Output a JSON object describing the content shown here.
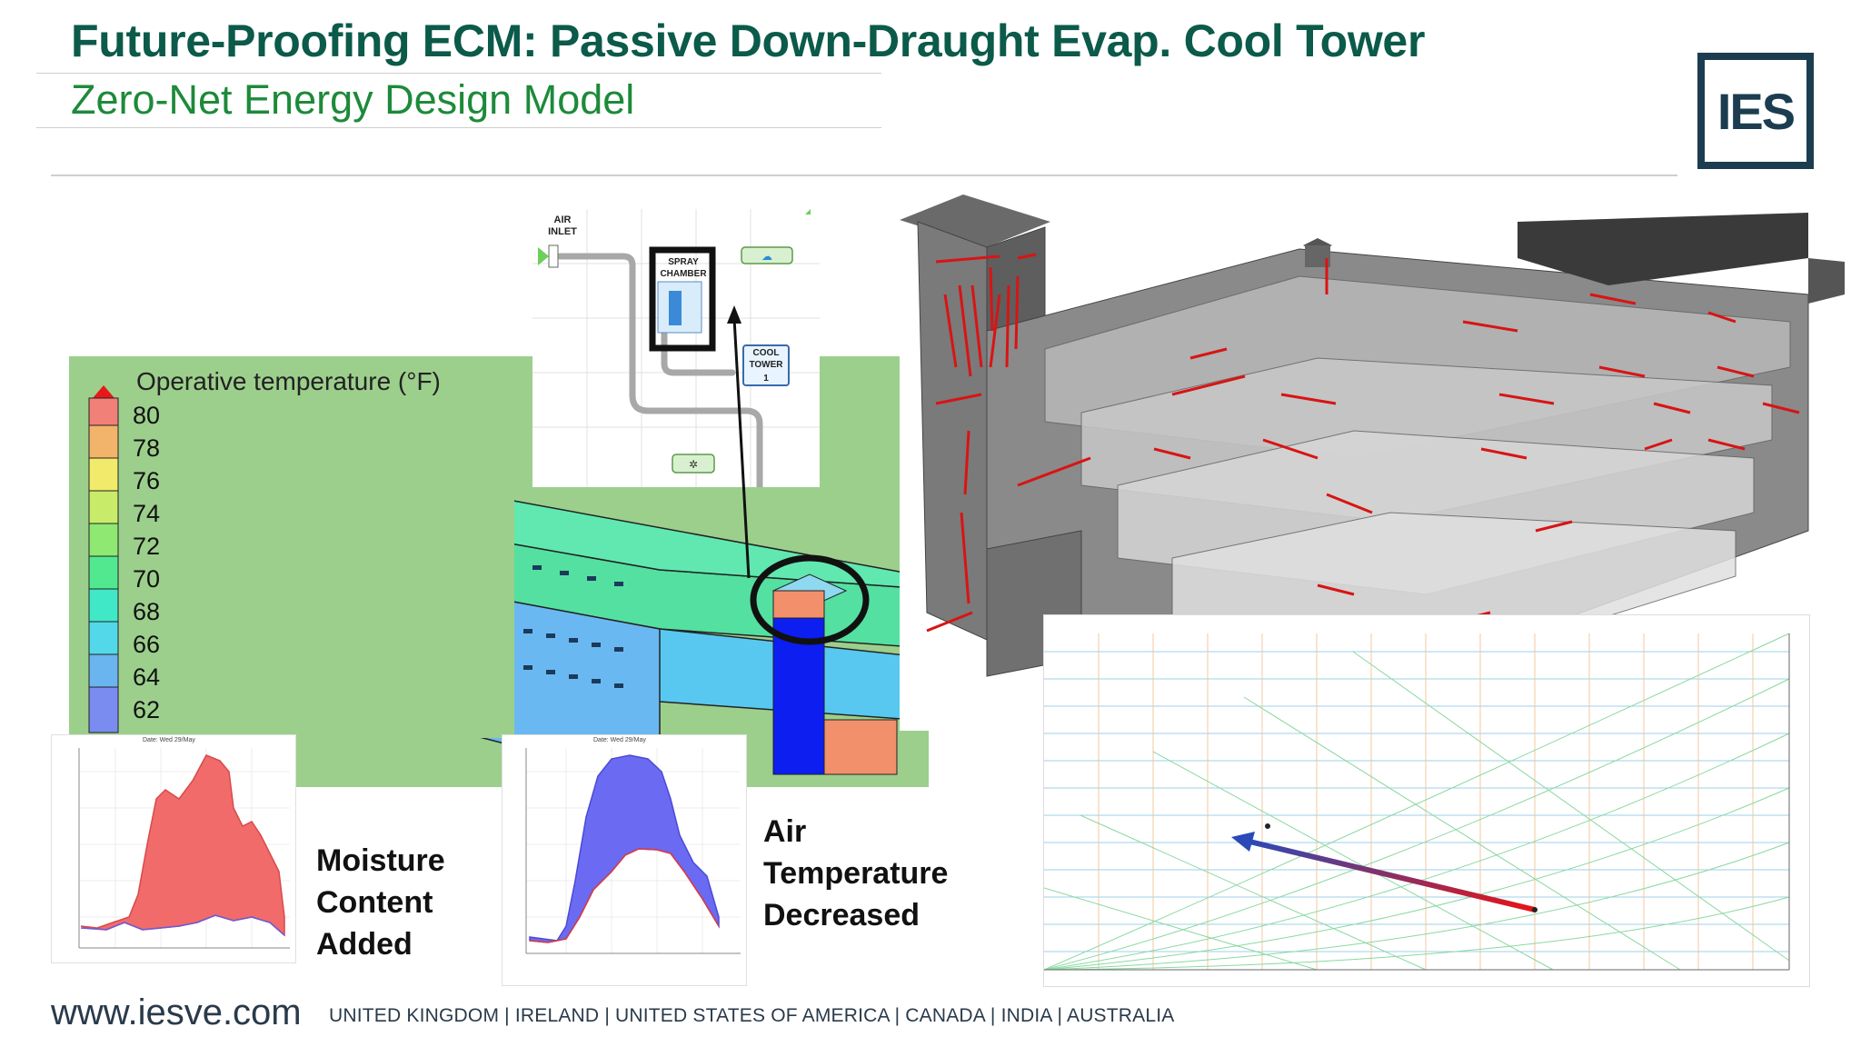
{
  "header": {
    "title": "Future-Proofing ECM: Passive Down-Draught Evap. Cool Tower",
    "subtitle": "Zero-Net Energy Design Model"
  },
  "logo": {
    "text": "IES"
  },
  "legend": {
    "title": "Operative temperature (°F)",
    "values": [
      "80",
      "78",
      "76",
      "74",
      "72",
      "70",
      "68",
      "66",
      "64",
      "62"
    ],
    "colors": [
      "#f08078",
      "#f2b46a",
      "#f2ea6a",
      "#c8ec6a",
      "#8ee872",
      "#52e890",
      "#40e8c8",
      "#52d8e8",
      "#6ab4f0",
      "#7a8cf0"
    ]
  },
  "system_diagram": {
    "air_inlet": "AIR INLET",
    "spray_chamber": "SPRAY CHAMBER",
    "cool_tower": "COOL TOWER",
    "cool_tower_num": "1"
  },
  "charts": {
    "moisture": {
      "date": "Date: Wed 29/May"
    },
    "temperature": {
      "date": "Date: Wed 29/May"
    }
  },
  "captions": {
    "moisture": [
      "Moisture",
      "Content",
      "Added"
    ],
    "temperature": [
      "Air",
      "Temperature",
      "Decreased"
    ]
  },
  "footer": {
    "url": "www.iesve.com",
    "countries": "UNITED KINGDOM | IRELAND | UNITED STATES OF AMERICA | CANADA | INDIA | AUSTRALIA"
  },
  "colors": {
    "title": "#0b5a4a",
    "subtitle": "#1d8a3a",
    "logo": "#1c3d50",
    "moisture_fill": "#f26b6b",
    "temperature_fill": "#6a6af2",
    "airflow_arrow": "#d81414"
  }
}
